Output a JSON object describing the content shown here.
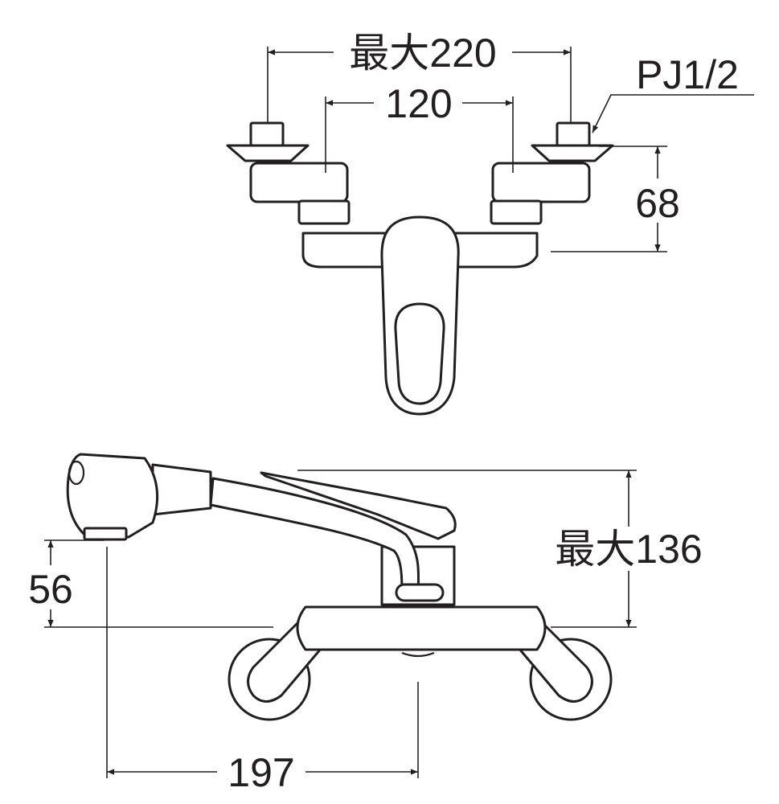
{
  "title": "Faucet dimension drawing",
  "dimensions": {
    "max_width": "最大220",
    "handle_spacing": "120",
    "thread": "PJ1/2",
    "depth": "68",
    "max_height": "最大136",
    "spout_height": "56",
    "spout_reach": "197"
  },
  "colors": {
    "line": "#231f20",
    "background": "#ffffff"
  }
}
